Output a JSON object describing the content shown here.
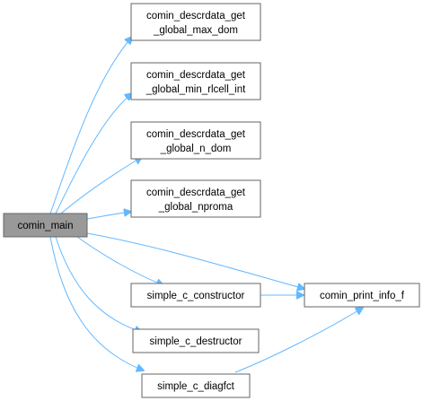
{
  "diagram": {
    "colors": {
      "edge": "#63b8ff",
      "node_border": "#666666",
      "root_fill": "#999999",
      "node_fill": "#ffffff"
    },
    "nodes": {
      "root": {
        "lines": [
          "comin_main"
        ]
      },
      "max_dom": {
        "lines": [
          "comin_descrdata_get",
          "_global_max_dom"
        ]
      },
      "min_rlcell": {
        "lines": [
          "comin_descrdata_get",
          "_global_min_rlcell_int"
        ]
      },
      "n_dom": {
        "lines": [
          "comin_descrdata_get",
          "_global_n_dom"
        ]
      },
      "nproma": {
        "lines": [
          "comin_descrdata_get",
          "_global_nproma"
        ]
      },
      "constructor": {
        "lines": [
          "simple_c_constructor"
        ]
      },
      "destructor": {
        "lines": [
          "simple_c_destructor"
        ]
      },
      "diagfct": {
        "lines": [
          "simple_c_diagfct"
        ]
      },
      "print_info": {
        "lines": [
          "comin_print_info_f"
        ]
      }
    },
    "edges": [
      {
        "from": "root",
        "to": "max_dom"
      },
      {
        "from": "root",
        "to": "min_rlcell"
      },
      {
        "from": "root",
        "to": "n_dom"
      },
      {
        "from": "root",
        "to": "nproma"
      },
      {
        "from": "root",
        "to": "print_info"
      },
      {
        "from": "root",
        "to": "constructor"
      },
      {
        "from": "root",
        "to": "destructor"
      },
      {
        "from": "root",
        "to": "diagfct"
      },
      {
        "from": "constructor",
        "to": "print_info"
      },
      {
        "from": "diagfct",
        "to": "print_info"
      }
    ]
  }
}
